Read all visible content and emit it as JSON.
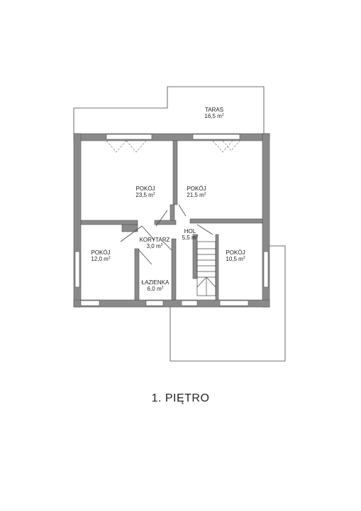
{
  "title": "1. PIĘTRO",
  "rooms": {
    "taras": {
      "name": "TARAS",
      "area": "16,5 m",
      "sup": "2"
    },
    "pokoj1": {
      "name": "POKÓJ",
      "area": "23,5 m",
      "sup": "2"
    },
    "pokoj2": {
      "name": "POKÓJ",
      "area": "21,5 m",
      "sup": "2"
    },
    "korytarz": {
      "name": "KORYTARZ",
      "area": "3,0 m",
      "sup": "2"
    },
    "hol": {
      "name": "HOL",
      "area": "5,5 m",
      "sup": "2"
    },
    "pokoj3": {
      "name": "POKÓJ",
      "area": "12,0 m",
      "sup": "2"
    },
    "pokoj4": {
      "name": "POKÓJ",
      "area": "10,5 m",
      "sup": "2"
    },
    "lazienka": {
      "name": "ŁAZIENKA",
      "area": "6,0 m",
      "sup": "2"
    }
  },
  "colors": {
    "wall": "#8a8a8a",
    "line": "#444444"
  }
}
